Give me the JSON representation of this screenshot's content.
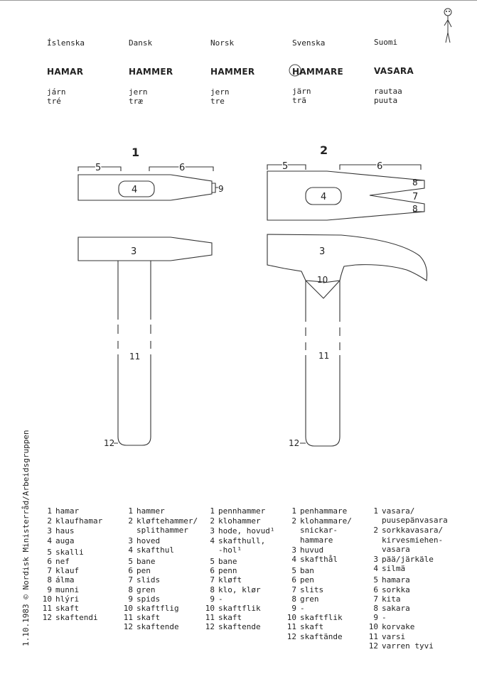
{
  "languages": [
    {
      "name": "Íslenska",
      "word": "HAMAR",
      "iron": "járn",
      "wood": "tré"
    },
    {
      "name": "Dansk",
      "word": "HAMMER",
      "iron": "jern",
      "wood": "træ"
    },
    {
      "name": "Norsk",
      "word": "HAMMER",
      "iron": "jern",
      "wood": "tre"
    },
    {
      "name": "Svenska",
      "word": "HAMMARE",
      "iron": "järn",
      "wood": "trä"
    },
    {
      "name": "Suomi",
      "word": "VASARA",
      "iron": "rautaa",
      "wood": "puuta"
    }
  ],
  "figures": {
    "fig1": "1",
    "fig2": "2",
    "callouts": [
      "3",
      "4",
      "5",
      "6",
      "7",
      "8",
      "9",
      "10",
      "11",
      "12"
    ]
  },
  "side_text": "1.10.1983   ©   Nordisk Ministerråd/Arbeidsgruppen",
  "columns": [
    [
      {
        "n": "1",
        "t": "hamar"
      },
      {
        "n": "",
        "t": ""
      },
      {
        "n": "2",
        "t": "klaufhamar"
      },
      {
        "n": "",
        "t": ""
      },
      {
        "n": "",
        "t": ""
      },
      {
        "n": "3",
        "t": "haus"
      },
      {
        "n": "4",
        "t": "auga"
      },
      {
        "n": "",
        "t": ""
      },
      {
        "n": "5",
        "t": "skalli"
      },
      {
        "n": "6",
        "t": "nef"
      },
      {
        "n": "7",
        "t": "klauf"
      },
      {
        "n": "8",
        "t": "álma"
      },
      {
        "n": "9",
        "t": "munni"
      },
      {
        "n": "10",
        "t": "hlýri"
      },
      {
        "n": "11",
        "t": "skaft"
      },
      {
        "n": "12",
        "t": "skaftendi"
      }
    ],
    [
      {
        "n": "1",
        "t": "hammer"
      },
      {
        "n": "",
        "t": ""
      },
      {
        "n": "2",
        "t": "kløftehammer/"
      },
      {
        "n": "",
        "t": "splithammer"
      },
      {
        "n": "",
        "t": ""
      },
      {
        "n": "3",
        "t": "hoved"
      },
      {
        "n": "4",
        "t": "skafthul"
      },
      {
        "n": "",
        "t": ""
      },
      {
        "n": "5",
        "t": "bane"
      },
      {
        "n": "6",
        "t": "pen"
      },
      {
        "n": "7",
        "t": "slids"
      },
      {
        "n": "8",
        "t": "gren"
      },
      {
        "n": "9",
        "t": "spids"
      },
      {
        "n": "10",
        "t": "skaftflig"
      },
      {
        "n": "11",
        "t": "skaft"
      },
      {
        "n": "12",
        "t": "skaftende"
      }
    ],
    [
      {
        "n": "1",
        "t": "pennhammer"
      },
      {
        "n": "",
        "t": ""
      },
      {
        "n": "2",
        "t": "klohammer"
      },
      {
        "n": "",
        "t": ""
      },
      {
        "n": "",
        "t": ""
      },
      {
        "n": "3",
        "t": "hode, hovud¹"
      },
      {
        "n": "4",
        "t": "skafthull,"
      },
      {
        "n": "",
        "t": "-hol¹"
      },
      {
        "n": "5",
        "t": "bane"
      },
      {
        "n": "6",
        "t": "penn"
      },
      {
        "n": "7",
        "t": "kløft"
      },
      {
        "n": "8",
        "t": "klo, klør"
      },
      {
        "n": "9",
        "t": "-"
      },
      {
        "n": "10",
        "t": "skaftflik"
      },
      {
        "n": "11",
        "t": "skaft"
      },
      {
        "n": "12",
        "t": "skaftende"
      }
    ],
    [
      {
        "n": "1",
        "t": "penhammare"
      },
      {
        "n": "",
        "t": ""
      },
      {
        "n": "2",
        "t": "klohammare/"
      },
      {
        "n": "",
        "t": "snickar-"
      },
      {
        "n": "",
        "t": "hammare"
      },
      {
        "n": "3",
        "t": "huvud"
      },
      {
        "n": "4",
        "t": "skafthål"
      },
      {
        "n": "",
        "t": ""
      },
      {
        "n": "5",
        "t": "ban"
      },
      {
        "n": "6",
        "t": "pen"
      },
      {
        "n": "7",
        "t": "slits"
      },
      {
        "n": "8",
        "t": "gren"
      },
      {
        "n": "9",
        "t": "-"
      },
      {
        "n": "10",
        "t": "skaftflik"
      },
      {
        "n": "11",
        "t": "skaft"
      },
      {
        "n": "12",
        "t": "skaftände"
      }
    ],
    [
      {
        "n": "1",
        "t": "vasara/"
      },
      {
        "n": "",
        "t": "puusepänvasara"
      },
      {
        "n": "2",
        "t": "sorkkavasara/"
      },
      {
        "n": "",
        "t": "kirvesmiehen-"
      },
      {
        "n": "",
        "t": "vasara"
      },
      {
        "n": "3",
        "t": "pää/järkäle"
      },
      {
        "n": "4",
        "t": "silmä"
      },
      {
        "n": "",
        "t": ""
      },
      {
        "n": "5",
        "t": "hamara"
      },
      {
        "n": "6",
        "t": "sorkka"
      },
      {
        "n": "7",
        "t": "kita"
      },
      {
        "n": "8",
        "t": "sakara"
      },
      {
        "n": "9",
        "t": "-"
      },
      {
        "n": "10",
        "t": "korvake"
      },
      {
        "n": "11",
        "t": "varsi"
      },
      {
        "n": "12",
        "t": "varren tyvi"
      }
    ]
  ]
}
